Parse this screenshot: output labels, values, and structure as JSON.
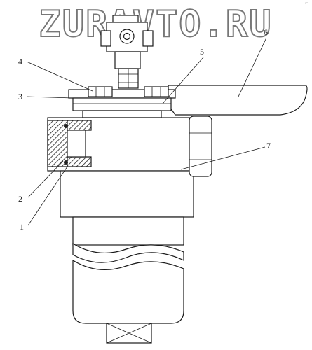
{
  "watermark": "ZURAVTO.RU",
  "corner_mark": "ᵞᵐ",
  "callouts": [
    {
      "id": "1",
      "label": "1"
    },
    {
      "id": "2",
      "label": "2"
    },
    {
      "id": "3",
      "label": "3"
    },
    {
      "id": "4",
      "label": "4"
    },
    {
      "id": "5",
      "label": "5"
    },
    {
      "id": "6",
      "label": "6"
    },
    {
      "id": "7",
      "label": "7"
    }
  ]
}
